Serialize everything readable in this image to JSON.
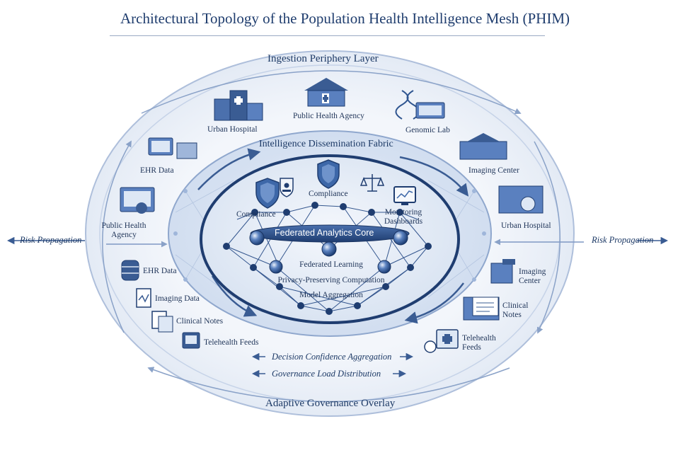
{
  "title": "Architectural Topology of the Population Health Intelligence Mesh (PHIM)",
  "layers": {
    "outer": "Ingestion Periphery Layer",
    "middle": "Intelligence Dissemination Fabric",
    "bottom": "Adaptive Governance Overlay"
  },
  "core": {
    "title": "Federated Analytics Core",
    "line1": "Federated Learning",
    "line2": "Privacy-Preserving Computation",
    "line3": "Model Aggregation"
  },
  "inner_nodes": {
    "compliance_left": "Compliance",
    "compliance_center": "Compliance",
    "monitoring_line1": "Monitoring",
    "monitoring_line2": "Dashboards"
  },
  "outer_nodes": {
    "urban_hospital_top": "Urban Hospital",
    "public_health_top": "Public Health Agency",
    "genomic_lab": "Genomic Lab",
    "ehr_top": "EHR Data",
    "imaging_center_right": "Imaging Center",
    "public_health_left_1": "Public Health",
    "public_health_left_2": "Agency",
    "urban_hospital_right": "Urban Hospital",
    "ehr_left": "EHR Data",
    "imaging_data": "Imaging Data",
    "clinical_notes_left": "Clinical Notes",
    "telehealth_left": "Telehealth Feeds",
    "imaging_center_lower_1": "Imaging",
    "imaging_center_lower_2": "Center",
    "clinical_notes_right_1": "Clinical",
    "clinical_notes_right_2": "Notes",
    "telehealth_right_1": "Telehealth",
    "telehealth_right_2": "Feeds"
  },
  "flows": {
    "risk_left": "Risk Propagation",
    "risk_right": "Risk Propagation",
    "decision": "Decision Confidence Aggregation",
    "governance": "Governance Load Distribution"
  },
  "colors": {
    "navy": "#1d3a66",
    "core": "#2f5590",
    "accent": "#3f6bb0",
    "ring": "#c9d6ea"
  }
}
